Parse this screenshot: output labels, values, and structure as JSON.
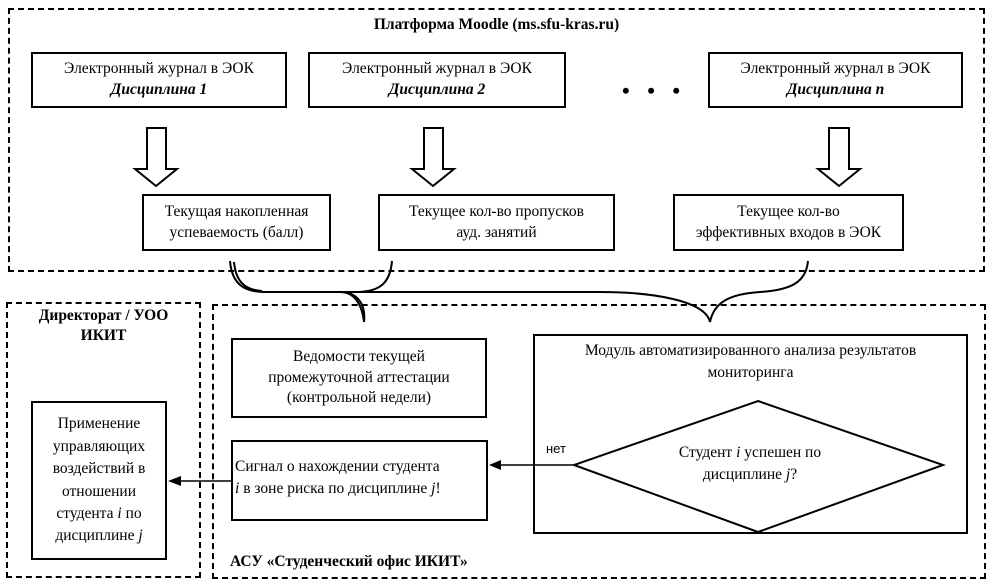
{
  "platform": {
    "title": "Платформа Moodle (ms.sfu-kras.ru)",
    "journals": [
      {
        "line1": "Электронный журнал в ЭОК",
        "line2": "Дисциплина 1"
      },
      {
        "line1": "Электронный журнал в ЭОК",
        "line2": "Дисциплина 2"
      },
      {
        "line1": "Электронный журнал в ЭОК",
        "line2": "Дисциплина n"
      }
    ],
    "ellipsis": "• • •",
    "metrics": [
      {
        "line1": "Текущая накопленная",
        "line2": "успеваемость (балл)"
      },
      {
        "line1": "Текущее кол-во пропусков",
        "line2": "ауд. занятий"
      },
      {
        "line1": "Текущее кол-во",
        "line2": "эффективных входов в ЭОК"
      }
    ]
  },
  "directorate": {
    "title_line1": "Директорат / УОО",
    "title_line2": "ИКИТ",
    "action": {
      "l1": "Применение",
      "l2": "управляющих",
      "l3": "воздействий в",
      "l4": "отношении",
      "l5a": "студента ",
      "l5i": "i",
      "l5b": " по",
      "l6a": "дисциплине ",
      "l6i": "j"
    }
  },
  "asu": {
    "title": "АСУ «Студенческий офис ИКИТ»",
    "statements": {
      "line1": "Ведомости текущей",
      "line2": "промежуточной аттестации",
      "line3": "(контрольной недели)"
    },
    "module": {
      "line1": "Модуль автоматизированного анализа результатов",
      "line2": "мониторинга"
    },
    "decision": {
      "a": "Студент ",
      "i": "i",
      "b": " успешен по",
      "c": "дисциплине ",
      "j": "j",
      "d": "?"
    },
    "no_label": "нет",
    "signal": {
      "a": "Сигнал о нахождении студента",
      "i": "i",
      "b": " в зоне риска по дисциплине ",
      "j": "j",
      "c": "!"
    }
  }
}
